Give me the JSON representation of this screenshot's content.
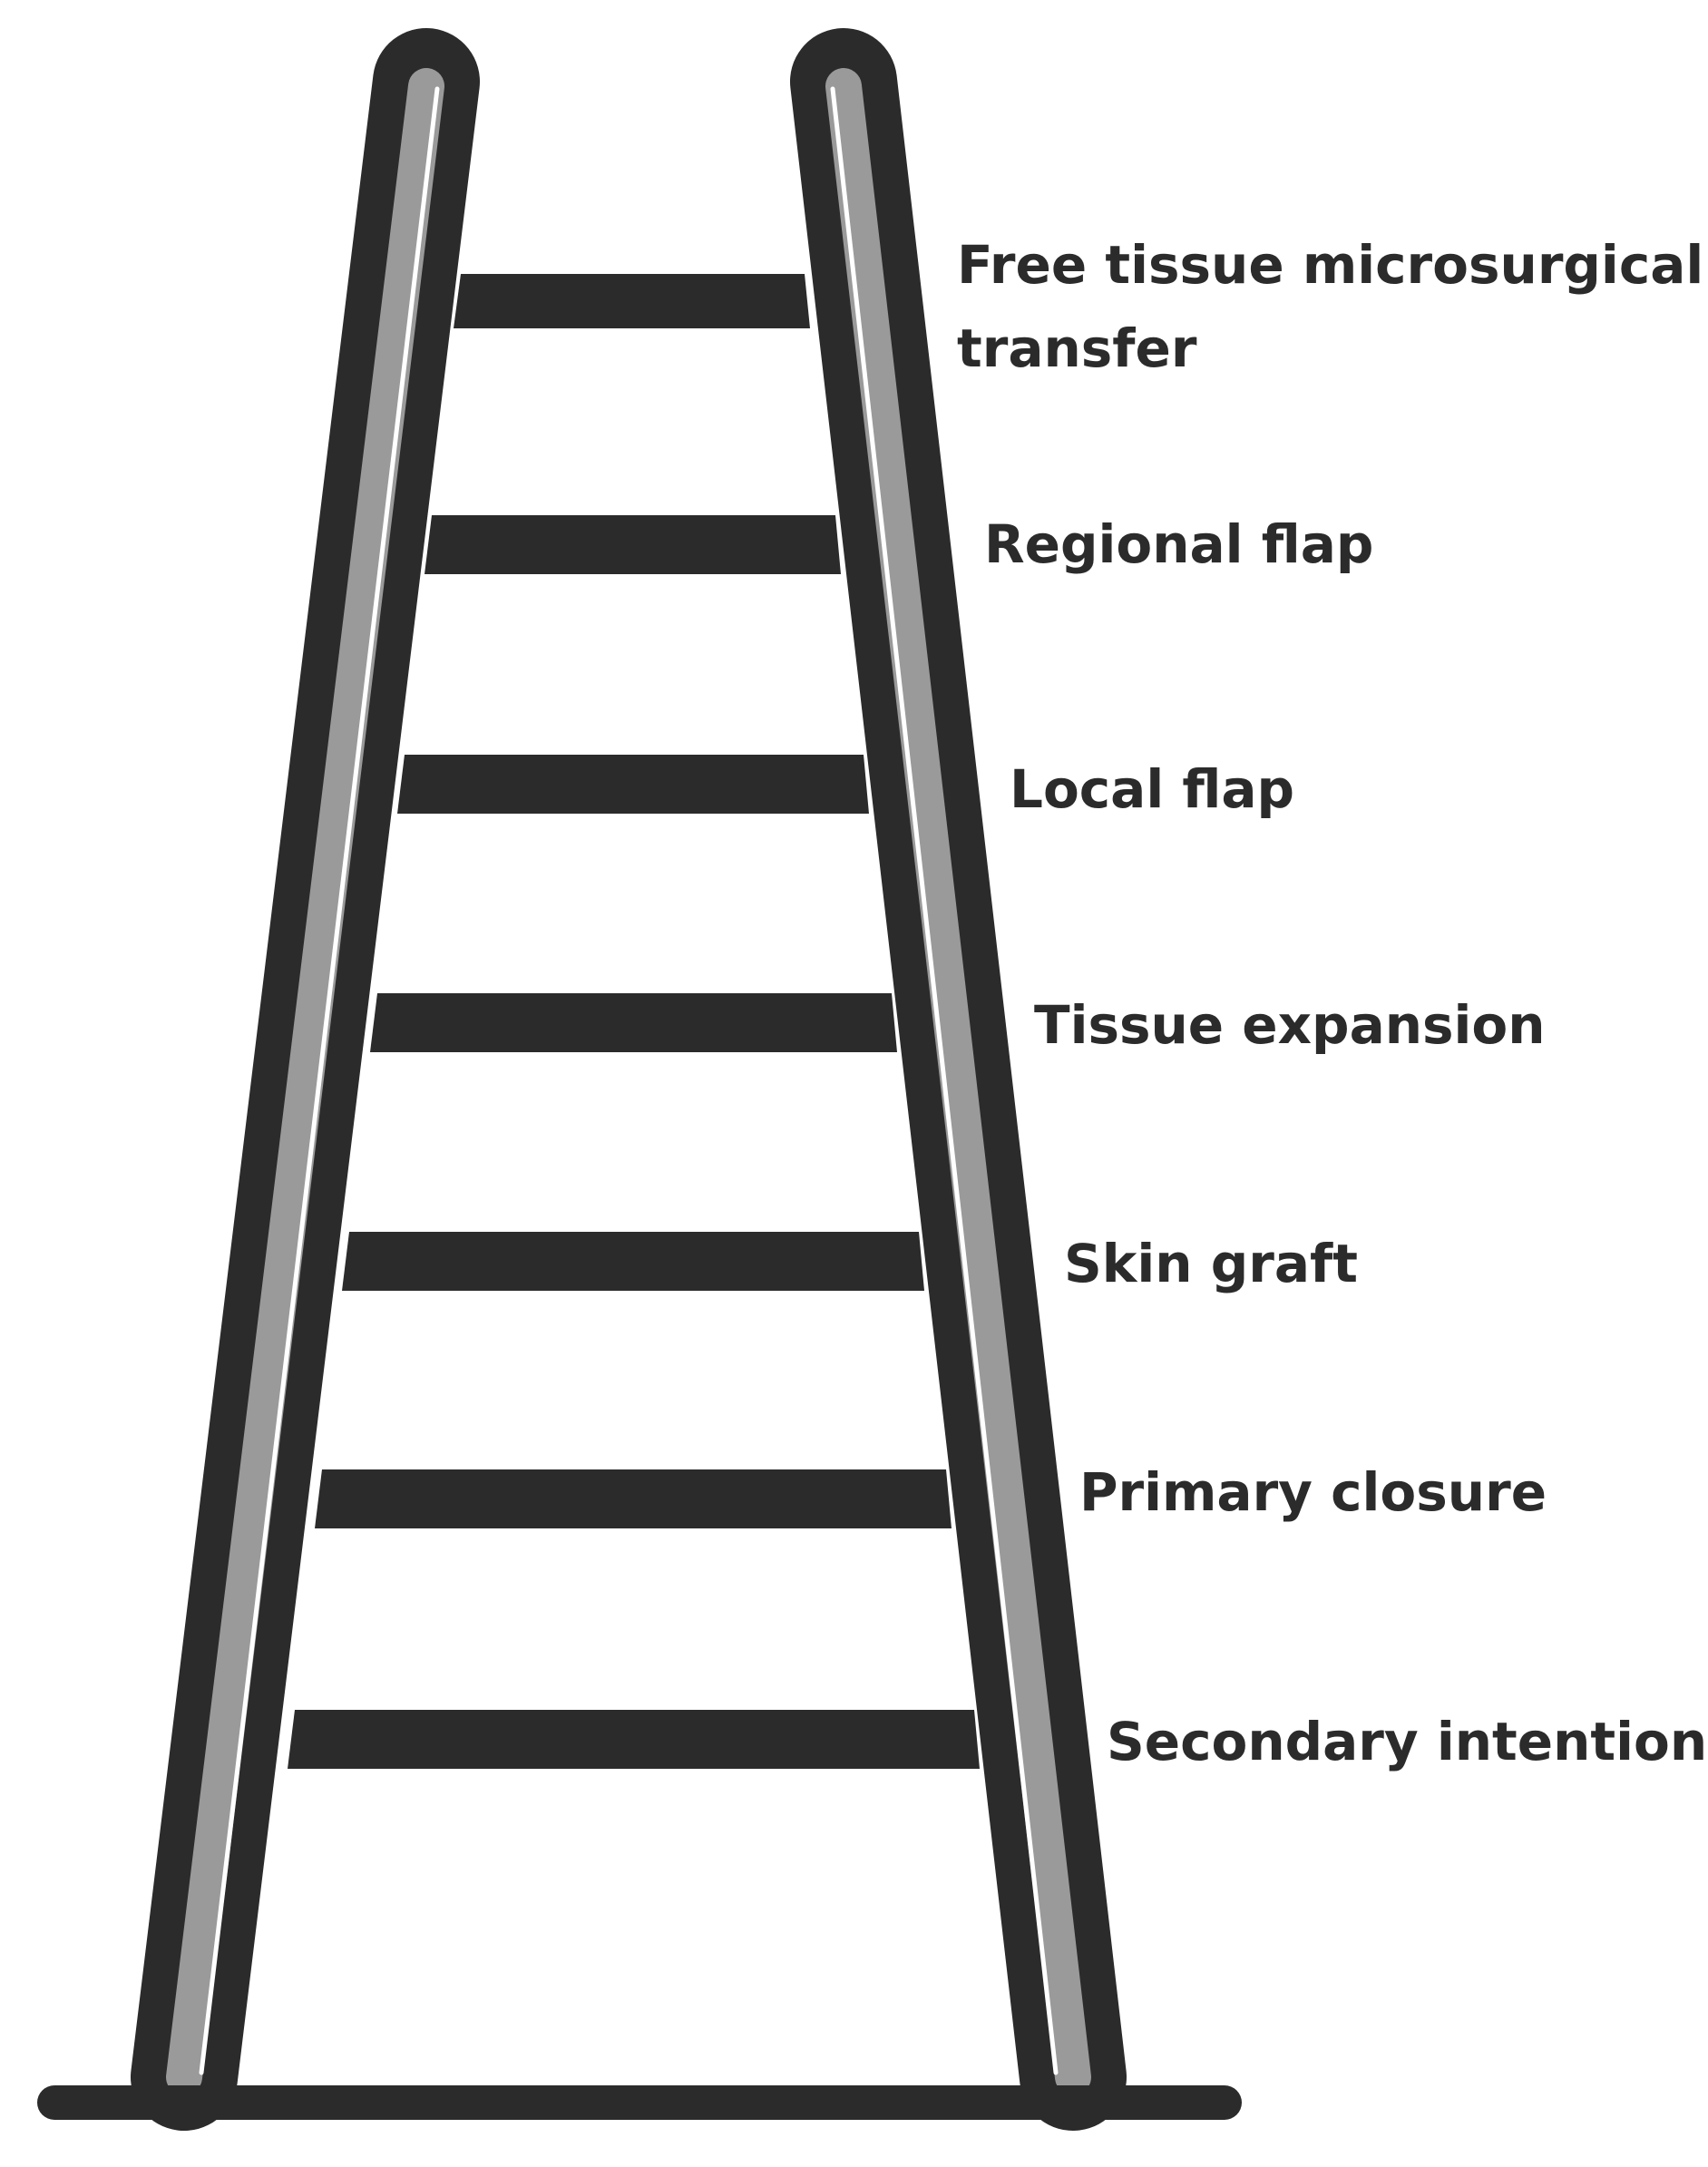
{
  "diagram": {
    "type": "reconstructive-ladder",
    "colors": {
      "outline": "#2b2b2b",
      "rail_fill": "#9a9a9a",
      "highlight": "#ffffff",
      "background": "#ffffff",
      "label_text": "#2b2b2b"
    },
    "rungs": [
      {
        "label_lines": [
          "Free tissue microsurgical",
          "transfer"
        ]
      },
      {
        "label_lines": [
          "Regional flap"
        ]
      },
      {
        "label_lines": [
          "Local flap"
        ]
      },
      {
        "label_lines": [
          "Tissue expansion"
        ]
      },
      {
        "label_lines": [
          "Skin graft"
        ]
      },
      {
        "label_lines": [
          "Primary closure"
        ]
      },
      {
        "label_lines": [
          "Secondary intention"
        ]
      }
    ]
  }
}
